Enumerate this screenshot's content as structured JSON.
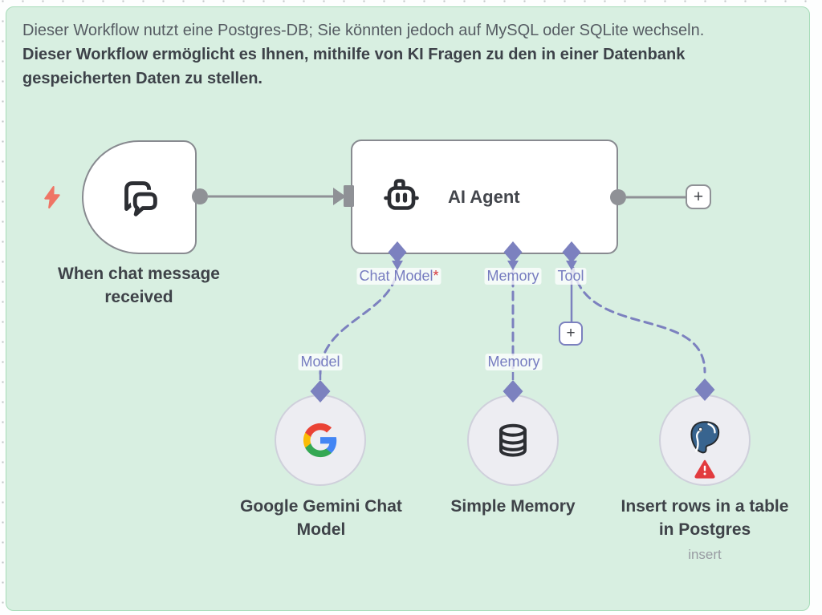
{
  "sticky_note": {
    "text_regular": "Dieser Workflow nutzt eine Postgres-DB; Sie könnten jedoch auf MySQL oder SQLite wechseln.",
    "text_bold": "Dieser Workflow ermöglicht es Ihnen, mithilfe von KI Fragen zu den in einer Datenbank gespeicherten Daten zu stellen."
  },
  "nodes": {
    "chat_trigger": {
      "name_line1": "When chat message",
      "name_line2": "received",
      "icon": "chat-bubbles-icon",
      "trigger_icon": "lightning-bolt-icon"
    },
    "ai_agent": {
      "name": "AI Agent",
      "icon": "robot-icon",
      "input_labels": {
        "chat_model": "Chat Model",
        "required_marker": "*",
        "memory": "Memory",
        "tool": "Tool"
      }
    },
    "gemini_model": {
      "name_line1": "Google Gemini Chat",
      "name_line2": "Model",
      "icon": "google-g-logo",
      "input_label": "Model"
    },
    "simple_memory": {
      "name": "Simple Memory",
      "icon": "database-icon",
      "input_label": "Memory"
    },
    "postgres_tool": {
      "name_line1": "Insert rows in a table",
      "name_line2": "in Postgres",
      "operation": "insert",
      "icon": "postgresql-elephant-logo",
      "status_icon": "warning-triangle-icon"
    }
  },
  "buttons": {
    "add_node_after_agent": "+",
    "add_tool": "+"
  },
  "colors": {
    "sticky_bg": "#d8efe1",
    "sticky_border": "#a6dcb8",
    "node_border_gray": "#888a90",
    "connector_gray": "#8f9196",
    "connector_purple": "#7c81bf",
    "endpoint_label_purple": "#767cc0",
    "trigger_bolt_coral": "#ef7565",
    "required_red": "#d6383d",
    "warning_red": "#e23b3f",
    "postgres_blue": "#38648f",
    "subnode_fill": "#ededf2",
    "subnode_border": "#cfd0db"
  }
}
